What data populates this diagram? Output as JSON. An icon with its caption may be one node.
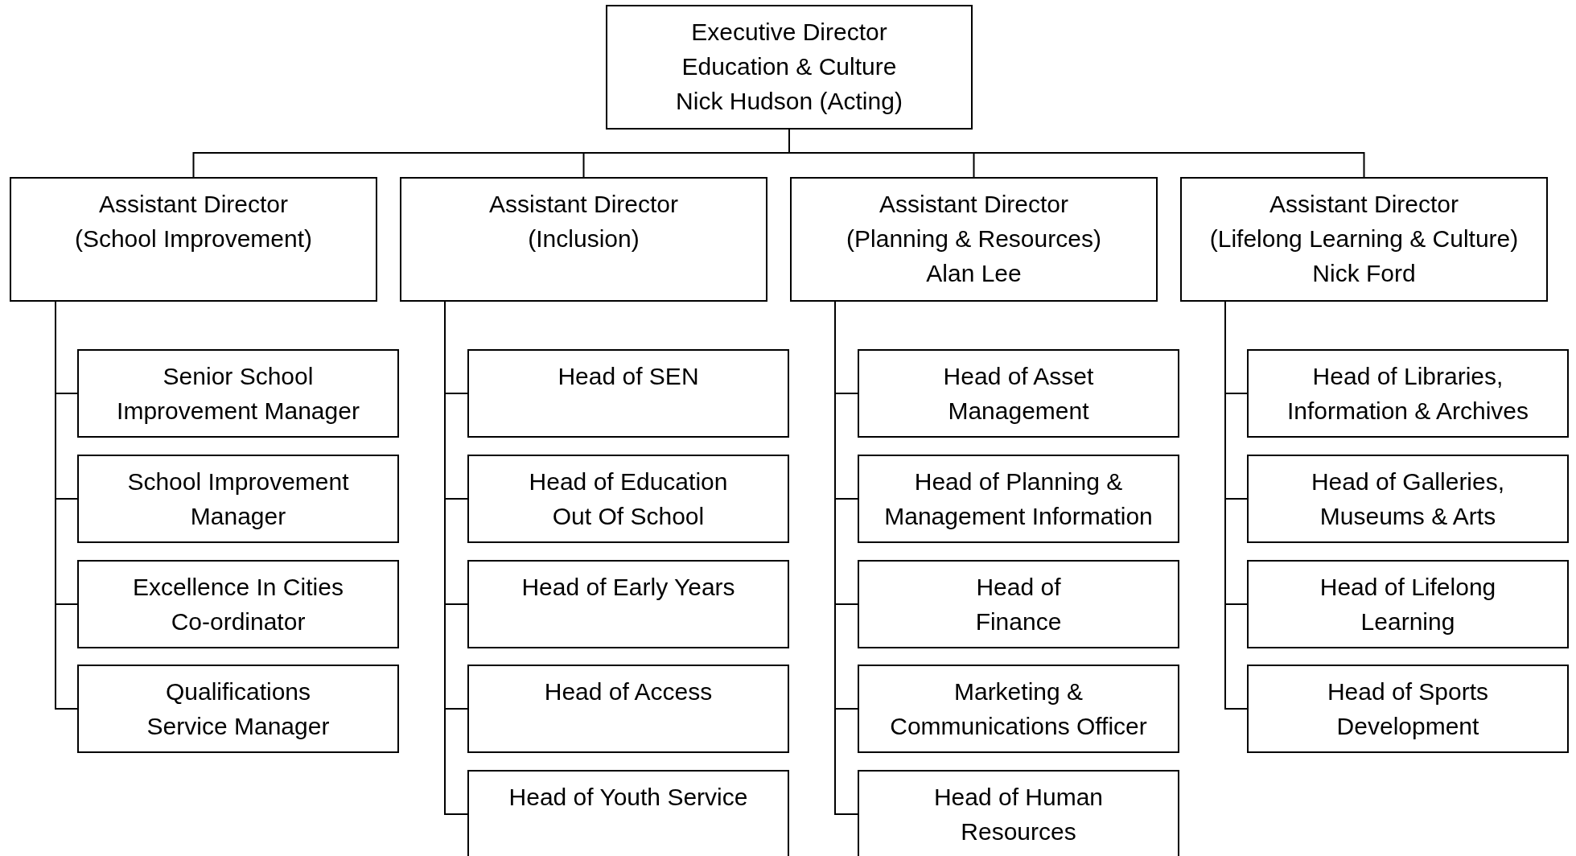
{
  "diagram": {
    "nodes": [
      {
        "text": [
          "Executive Director",
          "Education & Culture",
          "Nick Hudson (Acting)"
        ]
      },
      {
        "text": [
          "Assistant Director",
          "(School Improvement)"
        ]
      },
      {
        "text": [
          "Assistant Director",
          "(Inclusion)"
        ]
      },
      {
        "text": [
          "Assistant Director",
          "(Planning & Resources)",
          "Alan Lee"
        ]
      },
      {
        "text": [
          "Assistant Director",
          "(Lifelong Learning & Culture)",
          "Nick Ford"
        ]
      },
      {
        "text": [
          "Senior School Improvement Manager"
        ]
      },
      {
        "text": [
          "School Improvement Manager"
        ]
      },
      {
        "text": [
          "Excellence In Cities Co-ordinator"
        ]
      },
      {
        "text": [
          "Qualifications Service Manager"
        ]
      },
      {
        "text": [
          "Head of SEN"
        ]
      },
      {
        "text": [
          "Head of Education Out Of School"
        ]
      },
      {
        "text": [
          "Head of Early Years"
        ]
      },
      {
        "text": [
          "Head of Access"
        ]
      },
      {
        "text": [
          "Head of Youth Service"
        ]
      },
      {
        "text": [
          "Head of Asset Management"
        ]
      },
      {
        "text": [
          "Head of Planning & Management Information"
        ]
      },
      {
        "text": [
          "Head of Finance"
        ]
      },
      {
        "text": [
          "Marketing & Communications Officer"
        ]
      },
      {
        "text": [
          "Head of Human Resources"
        ]
      },
      {
        "text": [
          "Head of Libraries, Information & Archives"
        ]
      },
      {
        "text": [
          "Head of Galleries, Museums & Arts"
        ]
      },
      {
        "text": [
          "Head of Lifelong Learning"
        ]
      },
      {
        "text": [
          "Head of Sports Development"
        ]
      }
    ],
    "edges": [
      {
        "from": 0,
        "to": 1,
        "arrow": "none"
      },
      {
        "from": 0,
        "to": 2,
        "arrow": "none"
      },
      {
        "from": 0,
        "to": 3,
        "arrow": "none"
      },
      {
        "from": 0,
        "to": 4,
        "arrow": "none"
      },
      {
        "from": 1,
        "to": 5,
        "arrow": "none"
      },
      {
        "from": 1,
        "to": 6,
        "arrow": "none"
      },
      {
        "from": 1,
        "to": 7,
        "arrow": "none"
      },
      {
        "from": 1,
        "to": 8,
        "arrow": "none"
      },
      {
        "from": 2,
        "to": 9,
        "arrow": "none"
      },
      {
        "from": 2,
        "to": 10,
        "arrow": "none"
      },
      {
        "from": 2,
        "to": 11,
        "arrow": "none"
      },
      {
        "from": 2,
        "to": 12,
        "arrow": "none"
      },
      {
        "from": 2,
        "to": 13,
        "arrow": "none"
      },
      {
        "from": 3,
        "to": 14,
        "arrow": "none"
      },
      {
        "from": 3,
        "to": 15,
        "arrow": "none"
      },
      {
        "from": 3,
        "to": 16,
        "arrow": "none"
      },
      {
        "from": 3,
        "to": 17,
        "arrow": "none"
      },
      {
        "from": 3,
        "to": 18,
        "arrow": "none"
      },
      {
        "from": 4,
        "to": 19,
        "arrow": "none"
      },
      {
        "from": 4,
        "to": 20,
        "arrow": "none"
      },
      {
        "from": 4,
        "to": 21,
        "arrow": "none"
      },
      {
        "from": 4,
        "to": 22,
        "arrow": "none"
      }
    ]
  }
}
